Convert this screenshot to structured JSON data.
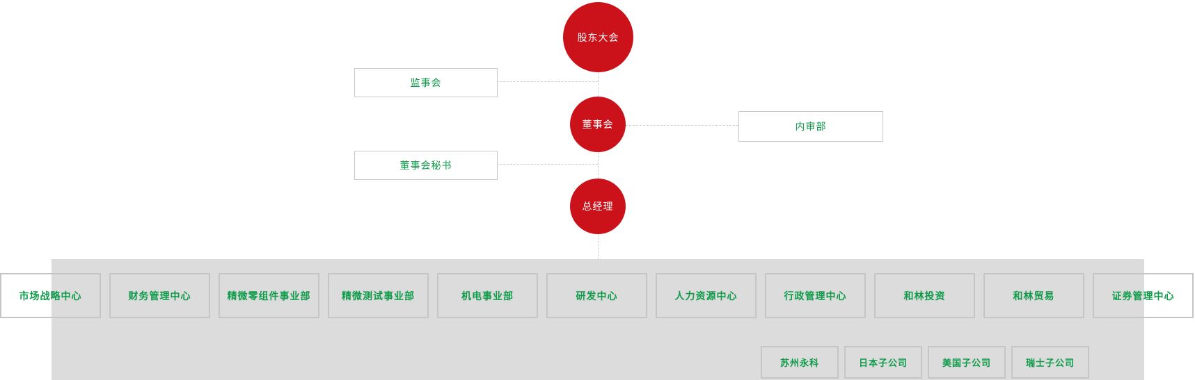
{
  "colors": {
    "node_red": "#cb1119",
    "text_green": "#0f9b4a",
    "band_gray": "#dcdcdc",
    "box_border_gray": "#c5c5c5",
    "dash_gray": "#cfcfcf"
  },
  "top_nodes": [
    {
      "id": "shareholders-meeting",
      "label": "股东大会"
    },
    {
      "id": "board-of-directors",
      "label": "董事会"
    },
    {
      "id": "general-manager",
      "label": "总经理"
    }
  ],
  "staff_boxes": [
    {
      "id": "supervisory-board",
      "label": "监事会"
    },
    {
      "id": "board-secretary",
      "label": "董事会秘书"
    },
    {
      "id": "internal-audit",
      "label": "内审部"
    }
  ],
  "departments": [
    {
      "label": "市场战略中心"
    },
    {
      "label": "财务管理中心"
    },
    {
      "label": "精微零组件事业部"
    },
    {
      "label": "精微测试事业部"
    },
    {
      "label": "机电事业部"
    },
    {
      "label": "研发中心"
    },
    {
      "label": "人力资源中心"
    },
    {
      "label": "行政管理中心"
    },
    {
      "label": "和林投资"
    },
    {
      "label": "和林贸易"
    },
    {
      "label": "证券管理中心"
    }
  ],
  "subsidiaries": [
    {
      "label": "苏州永科"
    },
    {
      "label": "日本子公司"
    },
    {
      "label": "美国子公司"
    },
    {
      "label": "瑞士子公司"
    }
  ]
}
